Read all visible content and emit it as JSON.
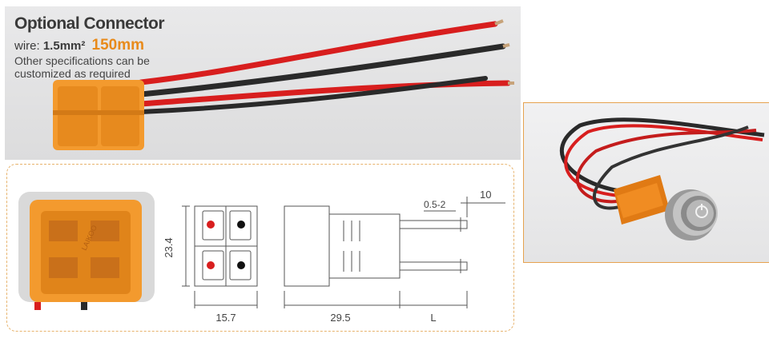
{
  "top_photo": {
    "title": "Optional Connector",
    "wire_prefix": "wire:",
    "wire_size": "1.5mm²",
    "wire_length": "150mm",
    "spec_note": "Other specifications can be customized as required"
  },
  "drawing": {
    "dim_height": "23.4",
    "dim_width": "15.7",
    "dim_body_length": "29.5",
    "dim_wire_length": "L",
    "dim_strip": "0.5-2",
    "dim_tip": "10",
    "connector_marking": "LAIKOO"
  },
  "colors": {
    "connector_orange": "#f39a2e",
    "wire_red": "#d81e1e",
    "wire_black": "#2a2a2a",
    "panel_border": "#e7b36d",
    "accent_text": "#e88a1a"
  }
}
